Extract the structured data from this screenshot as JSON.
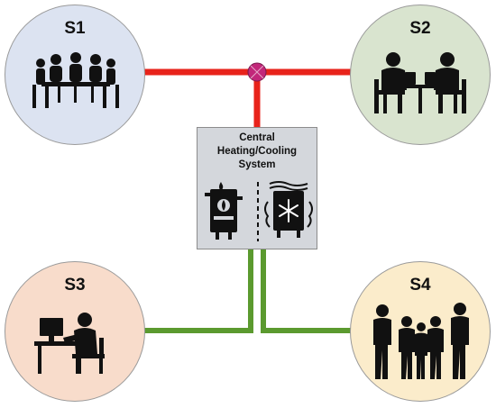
{
  "spaces": [
    {
      "id": "s1",
      "label": "S1",
      "icon": "meeting-table-icon",
      "fill": "#dce3f1"
    },
    {
      "id": "s2",
      "label": "S2",
      "icon": "people-at-laptops-icon",
      "fill": "#d9e4cf"
    },
    {
      "id": "s3",
      "label": "S3",
      "icon": "person-at-computer-desk-icon",
      "fill": "#f8dccb"
    },
    {
      "id": "s4",
      "label": "S4",
      "icon": "group-of-people-icon",
      "fill": "#fbeccb"
    }
  ],
  "central_unit": {
    "title_lines": [
      "Central",
      "Heating/Cooling",
      "System"
    ],
    "icons": [
      "boiler-icon",
      "cooling-unit-icon"
    ],
    "fill": "#d4d7dc"
  },
  "pipes": {
    "heating_color": "#e8231b",
    "cooling_color": "#5b9a2f",
    "junction_color": "#c2277a"
  }
}
